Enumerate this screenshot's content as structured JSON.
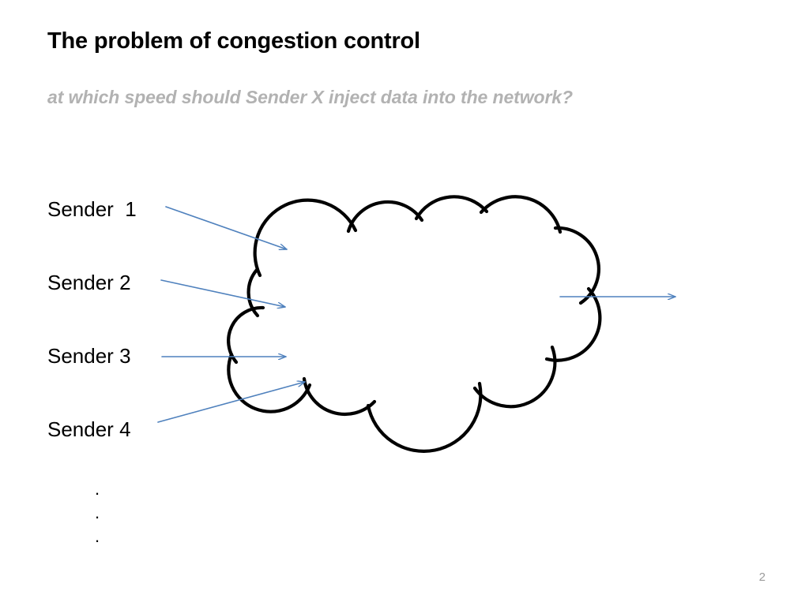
{
  "slide": {
    "title": "The problem of congestion control",
    "subtitle": "at which speed should Sender X inject data into the network?",
    "page_number": "2",
    "background_color": "#ffffff"
  },
  "colors": {
    "title_text": "#000000",
    "subtitle_text": "#b2b2b2",
    "body_text": "#000000",
    "arrow_line": "#4f81bd",
    "cloud_outline": "#000000",
    "page_number_text": "#9b9b9b"
  },
  "senders": [
    {
      "label": "Sender  1",
      "arrow": "sender-1-arrow"
    },
    {
      "label": "Sender 2",
      "arrow": "sender-2-arrow"
    },
    {
      "label": "Sender 3",
      "arrow": "sender-3-arrow"
    },
    {
      "label": "Sender 4",
      "arrow": "sender-4-arrow"
    }
  ],
  "ellipsis": {
    "dot": "."
  },
  "network": {
    "shape": "cloud",
    "outgoing_arrow": "network-output-arrow"
  }
}
